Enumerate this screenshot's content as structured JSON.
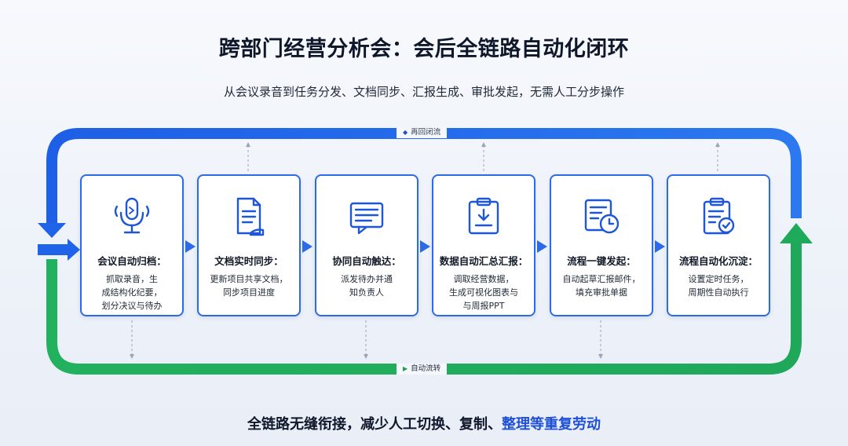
{
  "header": {
    "title": "跨部门经营分析会：会后全链路自动化闭环",
    "subtitle": "从会议录音到任务分发、文档同步、汇报生成、审批发起，无需人工分步操作"
  },
  "loop": {
    "top_label": "再回闭流",
    "bottom_label": "自动流转",
    "top_color": "#1f63e8",
    "bottom_color": "#1faa5b"
  },
  "steps": [
    {
      "title": "会议自动归档：",
      "desc": [
        "抓取录音，生",
        "成结构化纪要，",
        "划分决议与待办"
      ],
      "icon": "microphone-icon"
    },
    {
      "title": "文档实时同步：",
      "desc": [
        "更新项目共享文档，",
        "同步项目进度"
      ],
      "icon": "document-icon"
    },
    {
      "title": "协同自动触达：",
      "desc": [
        "派发待办并通",
        "知负责人"
      ],
      "icon": "message-icon"
    },
    {
      "title": "数据自动汇总汇报：",
      "desc": [
        "调取经营数据，",
        "生成可视化图表与",
        "与周报PPT"
      ],
      "icon": "clipboard-download-icon"
    },
    {
      "title": "流程一键发起：",
      "desc": [
        "自动起草汇报邮件，",
        "填充审批单据"
      ],
      "icon": "form-clock-icon"
    },
    {
      "title": "流程自动化沉淀：",
      "desc": [
        "设置定时任务，",
        "周期性自动执行"
      ],
      "icon": "clipboard-check-icon"
    }
  ],
  "footer": {
    "text_main": "全链路无缝衔接，减少人工切换、复制、",
    "text_highlight": "整理等重复劳动"
  }
}
